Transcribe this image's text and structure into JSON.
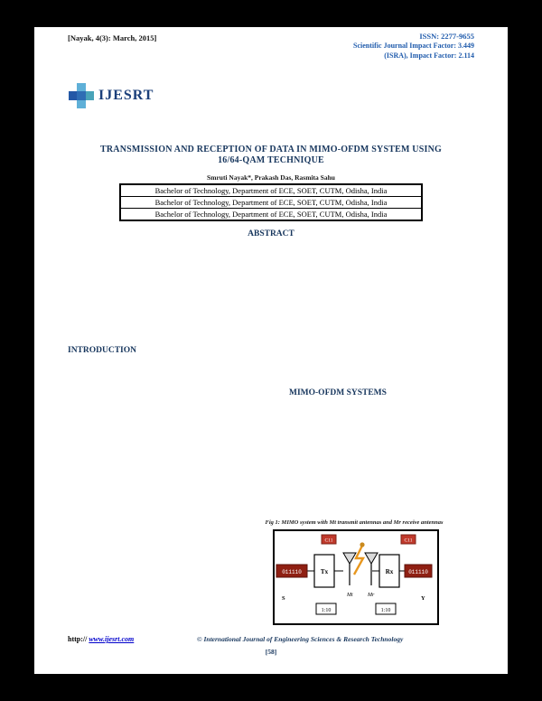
{
  "page": {
    "header": {
      "left": "[Nayak, 4(3): March, 2015]",
      "issn": "ISSN: 2277-9655",
      "impact1": "Scientific Journal Impact Factor: 3.449",
      "impact2": "(ISRA), Impact Factor: 2.114"
    },
    "logo": {
      "text": "IJESRT"
    },
    "title_line1": "TRANSMISSION AND RECEPTION OF DATA IN MIMO-OFDM SYSTEM USING",
    "title_line2": "16/64-QAM TECHNIQUE",
    "authors": "Smruti Nayak*, Prakash Das, Rasmita Sahu",
    "affiliations": [
      "Bachelor of Technology, Department of ECE, SOET, CUTM, Odisha, India",
      "Bachelor of Technology, Department of ECE, SOET, CUTM, Odisha, India",
      "Bachelor of Technology, Department of ECE, SOET, CUTM, Odisha, India"
    ],
    "abstract_heading": "ABSTRACT",
    "introduction_heading": "INTRODUCTION",
    "section_heading": "MIMO-OFDM SYSTEMS",
    "figure": {
      "caption": "Fig 1: MIMO system with Mt transmit antennas and Mr receive antennas",
      "input_bits": "011110",
      "output_bits": "011110",
      "tx_label": "Tx",
      "rx_label": "Rx",
      "s_label": "S",
      "y_label": "Y",
      "mt_label": "Mt",
      "mr_label": "Mr",
      "tx_channel_label": "C11",
      "rx_channel_label": "C11",
      "tx_bottom_label": "1:10",
      "rx_bottom_label": "1:10"
    },
    "footer": {
      "url_prefix": "http:// ",
      "url": "www.ijesrt.com",
      "copyright": "© International Journal of Engineering Sciences & Research Technology",
      "page_number": "[58]"
    },
    "colors": {
      "accent": "#17365d",
      "header_blue": "#1f5bac",
      "link": "#0000cc",
      "maroon_box": "#8f1f12",
      "red_box": "#c0392b",
      "lightning": "#e8971e"
    }
  }
}
